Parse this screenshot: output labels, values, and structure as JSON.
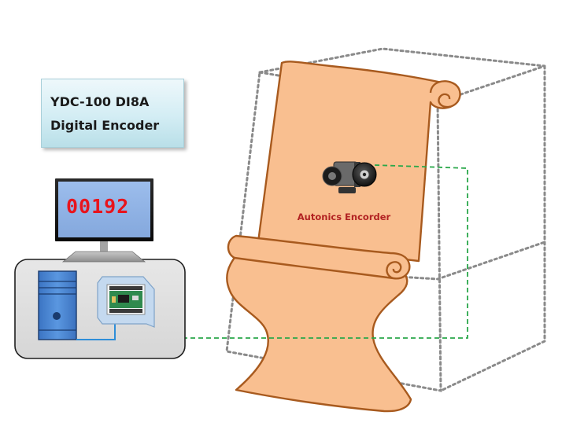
{
  "title_box": {
    "line1": "YDC-100 DI8A",
    "line2": "Digital Encoder"
  },
  "monitor": {
    "count_display": "00192",
    "count_color": "#e8141c"
  },
  "encoder": {
    "label": "Autonics Encorder",
    "label_color": "#b22222"
  },
  "colors": {
    "paper_fill": "#f9bf90",
    "paper_stroke": "#a85a1e",
    "signal_line": "#2aa84a",
    "usb_cable": "#2e8ed8",
    "monitor_screen": "#8fb3e6",
    "pc_case": "#4a86d4"
  },
  "icons": {
    "encoder": "rotary-encoder-wheel-icon",
    "pc": "desktop-tower-icon",
    "daq": "daq-board-icon",
    "monitor": "monitor-icon"
  }
}
